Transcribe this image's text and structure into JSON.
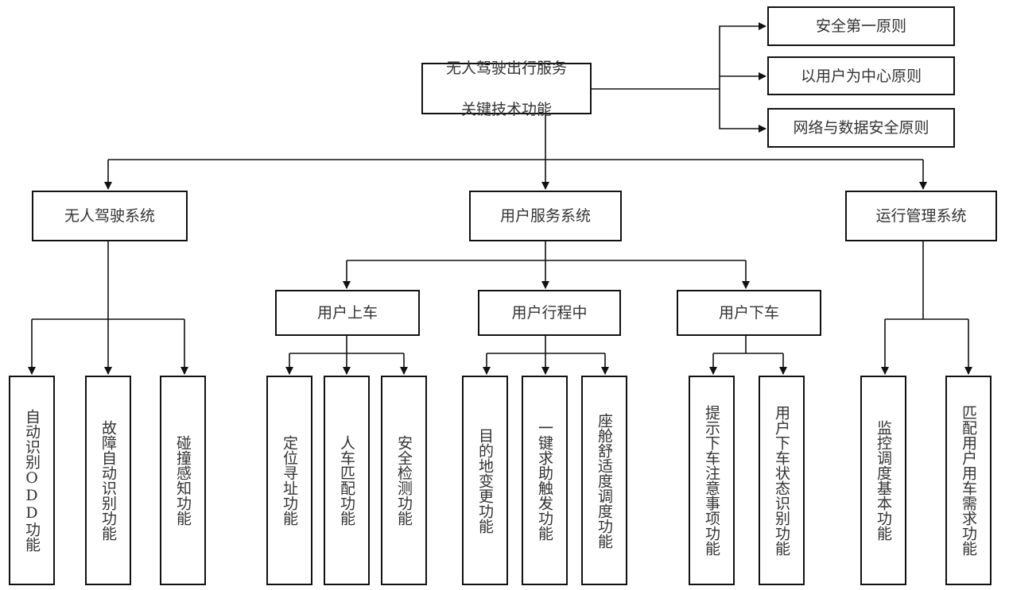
{
  "root": {
    "line1": "无人驾驶出行服务",
    "line2": "关键技术功能"
  },
  "principles": [
    {
      "label": "安全第一原则"
    },
    {
      "label": "以用户为中心原则"
    },
    {
      "label": "网络与数据安全原则"
    }
  ],
  "systems": [
    {
      "label": "无人驾驶系统",
      "leaves": [
        {
          "label": "自动识别ODD功能"
        },
        {
          "label": "故障自动识别功能"
        },
        {
          "label": "碰撞感知功能"
        }
      ]
    },
    {
      "label": "用户服务系统",
      "stages": [
        {
          "label": "用户上车",
          "leaves": [
            {
              "label": "定位寻址功能"
            },
            {
              "label": "人车匹配功能"
            },
            {
              "label": "安全检测功能"
            }
          ]
        },
        {
          "label": "用户行程中",
          "leaves": [
            {
              "label": "目的地变更功能"
            },
            {
              "label": "一键求助触发功能"
            },
            {
              "label": "座舱舒适度调度功能"
            }
          ]
        },
        {
          "label": "用户下车",
          "leaves": [
            {
              "label": "提示下车注意事项功能"
            },
            {
              "label": "用户下车状态识别功能"
            }
          ]
        }
      ]
    },
    {
      "label": "运行管理系统",
      "leaves": [
        {
          "label": "监控调度基本功能"
        },
        {
          "label": "匹配用户用车需求功能"
        }
      ]
    }
  ]
}
